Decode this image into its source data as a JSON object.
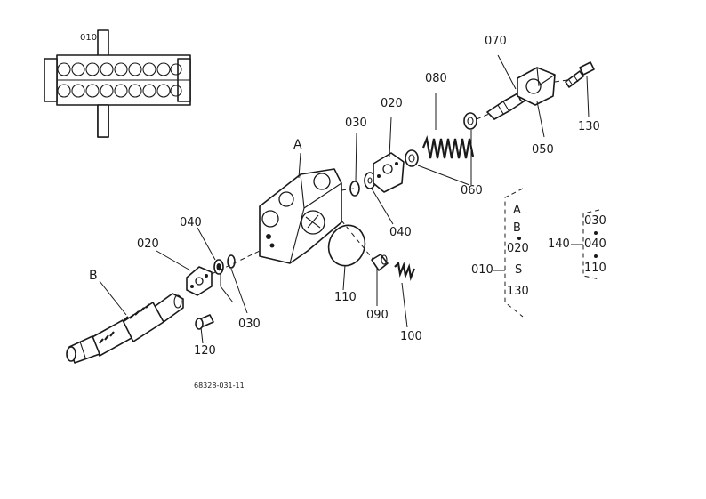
{
  "labels": {
    "inset_010": "010",
    "p070": "070",
    "p080": "080",
    "p130_top": "130",
    "p020_top": "020",
    "p030_top": "030",
    "p050": "050",
    "p060": "060",
    "pA": "A",
    "p040_mid": "040",
    "p040_left": "040",
    "p020_left": "020",
    "pB": "B",
    "p030_left": "030",
    "p110": "110",
    "p090": "090",
    "p100": "100",
    "p120": "120",
    "drawing_code": "68328-031-11"
  },
  "legend_010": {
    "id": "010",
    "items": [
      "A",
      "B",
      "020",
      "130"
    ],
    "range_mark": "S"
  },
  "legend_140": {
    "id": "140",
    "items": [
      "030",
      "040",
      "110"
    ]
  }
}
